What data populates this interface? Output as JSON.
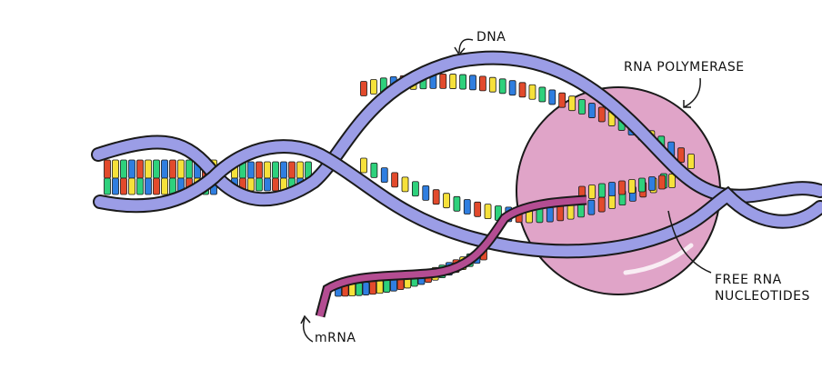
{
  "labels": {
    "dna": "DNA",
    "rna_polymerase": "RNA POLYMERASE",
    "free_rna_line1": "FREE RNA",
    "free_rna_line2": "NUCLEOTIDES",
    "mrna": "mRNA"
  },
  "colors": {
    "backbone": "#9b9de6",
    "backbone_outline": "#1a1a1a",
    "polymerase": "#e0a4c8",
    "mrna_backbone": "#b44d92",
    "base_red": "#e24a2c",
    "base_yellow": "#f6e13a",
    "base_green": "#2ed17c",
    "base_blue": "#2f7ee0"
  }
}
